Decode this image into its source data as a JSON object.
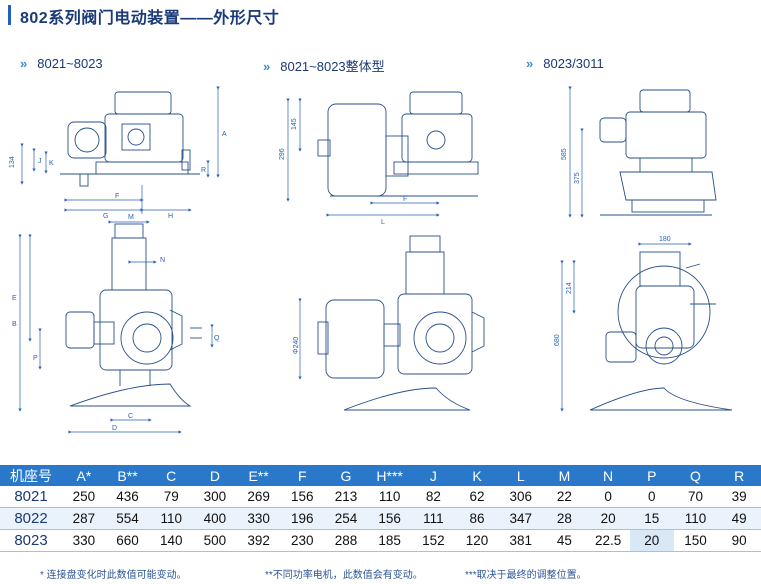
{
  "title": "802系列阀门电动装置——外形尺寸",
  "sections": [
    {
      "chevron": "»",
      "label": "8021~8023"
    },
    {
      "chevron": "»",
      "label": "8021~8023整体型"
    },
    {
      "chevron": "»",
      "label": "8023/3011"
    }
  ],
  "drawing_labels": {
    "left_top": [
      "134",
      "J",
      "K",
      "A",
      "R",
      "F",
      "G",
      "H",
      "M"
    ],
    "left_bottom": [
      "E",
      "B",
      "P",
      "N",
      "Q",
      "C",
      "D"
    ],
    "mid_top": [
      "296",
      "145",
      "L",
      "F"
    ],
    "mid_bottom": [
      "Φ240"
    ],
    "right_top": [
      "585",
      "375"
    ],
    "right_bottom": [
      "180",
      "214",
      "680"
    ]
  },
  "table": {
    "headers": [
      "机座号",
      "A*",
      "B**",
      "C",
      "D",
      "E**",
      "F",
      "G",
      "H***",
      "J",
      "K",
      "L",
      "M",
      "N",
      "P",
      "Q",
      "R"
    ],
    "rows": [
      [
        "8021",
        "250",
        "436",
        "79",
        "300",
        "269",
        "156",
        "213",
        "110",
        "82",
        "62",
        "306",
        "22",
        "0",
        "0",
        "70",
        "39"
      ],
      [
        "8022",
        "287",
        "554",
        "110",
        "400",
        "330",
        "196",
        "254",
        "156",
        "111",
        "86",
        "347",
        "28",
        "20",
        "15",
        "110",
        "49"
      ],
      [
        "8023",
        "330",
        "660",
        "140",
        "500",
        "392",
        "230",
        "288",
        "185",
        "152",
        "120",
        "381",
        "45",
        "22.5",
        "20",
        "150",
        "90"
      ]
    ]
  },
  "notes": [
    "* 连接盘变化时此数值可能变动。",
    "**不同功率电机，此数值会有变动。",
    "***取决于最终的调整位置。"
  ]
}
